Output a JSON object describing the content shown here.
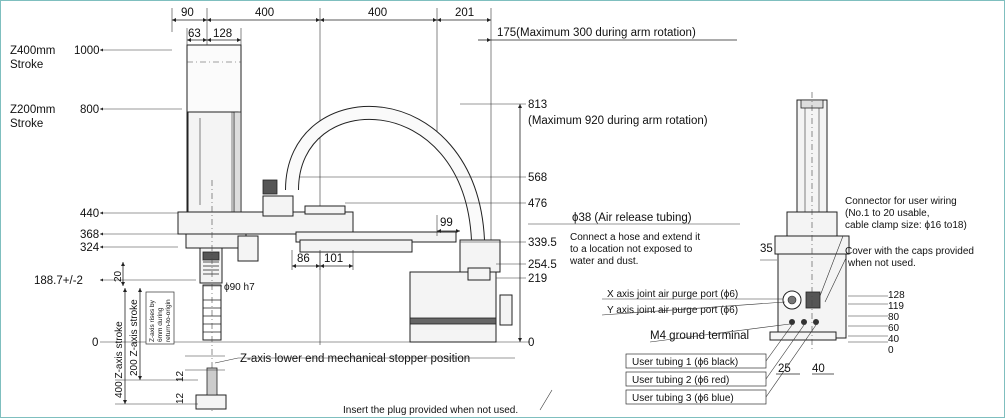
{
  "top_dims": {
    "d1": "90",
    "d2": "400",
    "d3": "400",
    "d4": "201",
    "d5": "63",
    "d6": "128"
  },
  "right_note_top": "175(Maximum 300 during arm rotation)",
  "left_labels": {
    "z400": "Z400mm",
    "stroke1": "Stroke",
    "v1000": "1000",
    "z200": "Z200mm",
    "stroke2": "Stroke",
    "v800": "800",
    "v440": "440",
    "v368": "368",
    "v324": "324",
    "v188": "188.7+/-2",
    "v20": "20",
    "v0": "0"
  },
  "right_heights": {
    "h813": "813",
    "h813note": "(Maximum 920 during arm rotation)",
    "h568": "568",
    "h476": "476",
    "h3395": "339.5",
    "h2545": "254.5",
    "h219": "219",
    "h0": "0"
  },
  "mid_dims": {
    "d99": "99",
    "d86": "86",
    "d101": "101",
    "phi90": "ϕ90 h7"
  },
  "air_release": "ϕ38 (Air release tubing)",
  "air_note": [
    "Connect a hose and extend it",
    "to a location not exposed to",
    "water and dust."
  ],
  "side_vertical": {
    "zstroke400": "400 Z-axis stroke",
    "zstroke200": "200 Z-axis stroke",
    "rise": [
      "Z-axis rises by",
      "6mm during",
      "return-to-origin"
    ]
  },
  "stopper": "Z-axis lower end mechanical stopper position",
  "d12a": "12",
  "d12b": "12",
  "plug_note": "Insert the plug provided when not used.",
  "rv": {
    "d35": "35",
    "d25": "25",
    "d40": "40",
    "levels": [
      "128",
      "119",
      "80",
      "60",
      "40",
      "0"
    ],
    "connector": [
      "Connector for user wiring",
      "(No.1 to 20 usable,",
      "cable clamp size: ϕ16 to18)"
    ],
    "cover": [
      "Cover with the caps provided",
      "when not used."
    ],
    "x_port": "X axis joint air purge port (ϕ6)",
    "y_port": "Y axis joint air purge port (ϕ6)",
    "ground": "M4 ground terminal",
    "tub1": "User tubing 1 (ϕ6 black)",
    "tub2": "User tubing 2 (ϕ6 red)",
    "tub3": "User tubing 3 (ϕ6 blue)"
  }
}
